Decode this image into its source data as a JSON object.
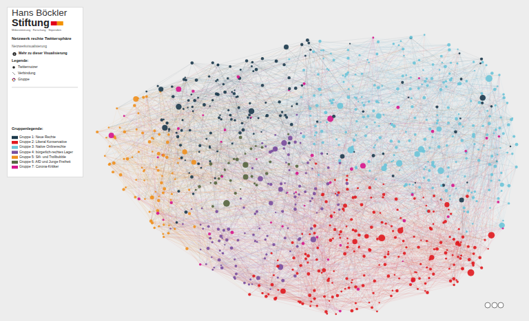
{
  "diagram": {
    "title": "Netzwerk rechte Twittersphäre",
    "labels": [
      "Hans Böckler",
      "Stiftung",
      "Mitbestimmung · Forschung · Stipendien",
      "Netzwerkvisualisierung",
      "Mehr zu dieser Visualisierung",
      "Legende:",
      "Gruppenlegende:"
    ],
    "legend": [
      {
        "text": "Twitternutzer"
      },
      {
        "text": "Verbindung"
      },
      {
        "text": "Gruppe"
      },
      {
        "text": "Gruppe 1: Neue Rechte",
        "color": "#1c3a4c"
      },
      {
        "text": "Gruppe 2: Liberal Konservative",
        "color": "#e0191f"
      },
      {
        "text": "Gruppe 3: Native Onlinerechte",
        "color": "#6cc4d8"
      },
      {
        "text": "Gruppe 4: bürgerlich-rechtes Lager",
        "color": "#7a4e9e"
      },
      {
        "text": "Gruppe 5: Sifi- und Trollbubble",
        "color": "#f0901e"
      },
      {
        "text": "Gruppe 6: AfD und Junge Freiheit",
        "color": "#56663f"
      },
      {
        "text": "Gruppe 7: Corona-Kritiker",
        "color": "#d6168c"
      }
    ]
  }
}
